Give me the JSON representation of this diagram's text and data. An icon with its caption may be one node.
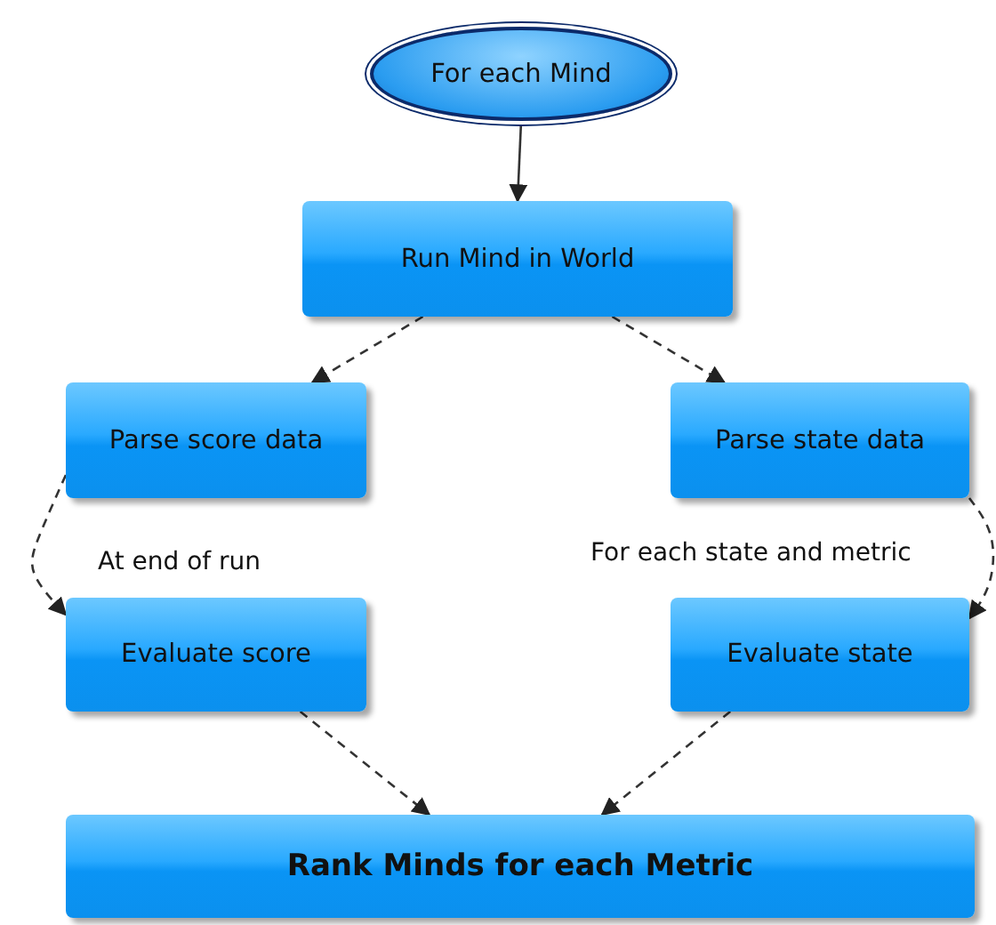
{
  "diagram": {
    "nodes": [
      {
        "text": [
          "For each Mind"
        ]
      },
      {
        "text": [
          "Run Mind in World"
        ]
      },
      {
        "text": [
          "Parse score data"
        ]
      },
      {
        "text": [
          "Parse state data"
        ]
      },
      {
        "text": [
          "Evaluate score"
        ]
      },
      {
        "text": [
          "Evaluate state"
        ]
      },
      {
        "text": [
          "Rank Minds for each Metric"
        ]
      }
    ],
    "edges": [
      {
        "from": 0,
        "to": 1,
        "arrow": "to"
      },
      {
        "from": 1,
        "to": 2,
        "arrow": "to",
        "style": "dashed"
      },
      {
        "from": 1,
        "to": 3,
        "arrow": "to",
        "style": "dashed"
      },
      {
        "from": 2,
        "to": 4,
        "arrow": "to",
        "style": "dashed",
        "label": "At end of run"
      },
      {
        "from": 3,
        "to": 5,
        "arrow": "to",
        "style": "dashed",
        "label": "For each state and metric"
      },
      {
        "from": 4,
        "to": 6,
        "arrow": "to",
        "style": "dashed"
      },
      {
        "from": 5,
        "to": 6,
        "arrow": "to",
        "style": "dashed"
      }
    ]
  }
}
